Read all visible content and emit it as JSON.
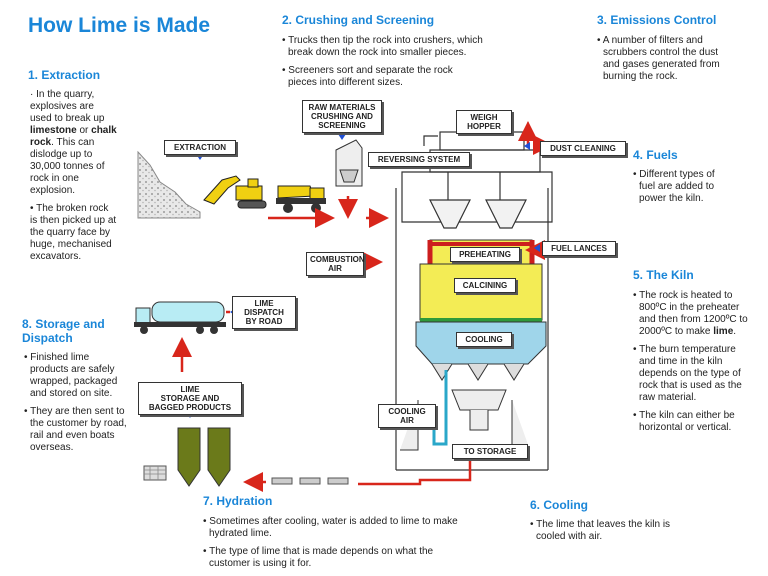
{
  "title": "How Lime is Made",
  "sections": {
    "extraction": {
      "heading": "1. Extraction",
      "p1_a": "· In the quarry,",
      "p1_b": "explosives are",
      "p1_c": "used to break up",
      "p1_d1": "limestone",
      "p1_d2": " or ",
      "p1_d3": "chalk",
      "p1_e1": "rock",
      "p1_e2": ". This can",
      "p1_f": "dislodge up to",
      "p1_g": "30,000 tonnes of",
      "p1_h": "rock in one",
      "p1_i": "explosion.",
      "p2_a": "• The broken rock",
      "p2_b": "is then picked up at",
      "p2_c": "the quarry face by",
      "p2_d": "huge, mechanised",
      "p2_e": "excavators."
    },
    "crushing": {
      "heading": "2. Crushing and Screening",
      "p1_a": "• Trucks then tip the rock into crushers, which",
      "p1_b": "break down the rock into smaller pieces.",
      "p2_a": "• Screeners sort and separate the rock",
      "p2_b": "pieces into different sizes."
    },
    "emissions": {
      "heading": "3. Emissions Control",
      "p1_a": "• A number of filters and",
      "p1_b": "scrubbers control the dust",
      "p1_c": "and gases generated from",
      "p1_d": "burning the rock."
    },
    "fuels": {
      "heading": "4. Fuels",
      "p1_a": "• Different types of",
      "p1_b": "fuel are added to",
      "p1_c": "power the kiln."
    },
    "kiln": {
      "heading": "5. The Kiln",
      "p1_a": "• The rock is heated to",
      "p1_b": "800ºC in the preheater",
      "p1_c": "and then from 1200ºC to",
      "p1_d1": "2000ºC to make ",
      "p1_d2": "lime",
      "p1_d3": ".",
      "p2_a": "• The burn temperature",
      "p2_b": "and time in the kiln",
      "p2_c": "depends on the type of",
      "p2_d": "rock that is used as the",
      "p2_e": "raw material.",
      "p3_a": "• The kiln can either be",
      "p3_b": "horizontal or vertical."
    },
    "cooling": {
      "heading": "6. Cooling",
      "p1_a": "• The lime that leaves the kiln is",
      "p1_b": "cooled with air."
    },
    "hydration": {
      "heading": "7. Hydration",
      "p1_a": "• Sometimes after cooling, water is added to lime to make",
      "p1_b": "hydrated lime.",
      "p2_a": "• The type of lime that is made depends on what the",
      "p2_b": "customer is using it for."
    },
    "storage": {
      "heading_a": "8. Storage and",
      "heading_b": "Dispatch",
      "p1_a": "• Finished lime",
      "p1_b": "products are safely",
      "p1_c": "wrapped, packaged",
      "p1_d": "and stored on site.",
      "p2_a": "• They are then sent to",
      "p2_b": "the customer by road,",
      "p2_c": "rail and even boats",
      "p2_d": "overseas."
    }
  },
  "diagram_labels": {
    "extraction": "EXTRACTION",
    "raw_a": "RAW MATERIALS",
    "raw_b": "CRUSHING AND",
    "raw_c": "SCREENING",
    "weigh_a": "WEIGH",
    "weigh_b": "HOPPER",
    "reversing": "REVERSING SYSTEM",
    "dust": "DUST CLEANING",
    "combustion_a": "COMBUSTION",
    "combustion_b": "AIR",
    "fuel_lances": "FUEL LANCES",
    "preheating": "PREHEATING",
    "calcining": "CALCINING",
    "cooling": "COOLING",
    "cooling_air_a": "COOLING",
    "cooling_air_b": "AIR",
    "to_storage": "TO STORAGE",
    "lime_dispatch_a": "LIME",
    "lime_dispatch_b": "DISPATCH",
    "lime_dispatch_c": "BY ROAD",
    "lime_storage_a": "LIME",
    "lime_storage_b": "STORAGE AND",
    "lime_storage_c": "BAGGED PRODUCTS"
  },
  "colors": {
    "heading": "#1a86d8",
    "arrow": "#d8261b",
    "pointer": "#1f4fd6",
    "kiln_yellow": "#f3ec55",
    "kiln_red": "#cc1e1e",
    "kiln_green": "#2f9a3a",
    "cooler_blue": "#9fd5ea",
    "truck_yellow": "#f0d012",
    "silo_green": "#6b7a1a",
    "tanker_blue": "#b8ecf4"
  }
}
